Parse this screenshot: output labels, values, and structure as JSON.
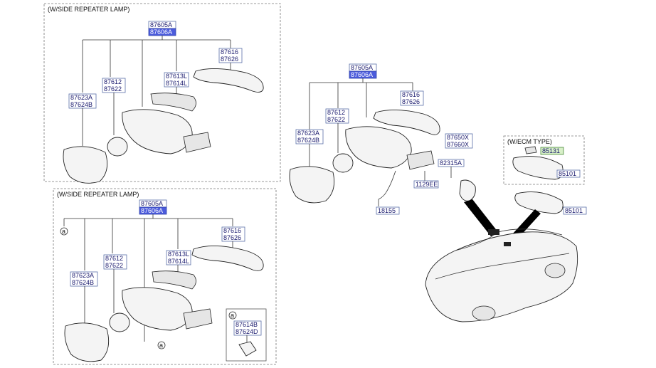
{
  "sections": {
    "top_title": "(W/SIDE REPEATER LAMP)",
    "bottom_title": "(W/SIDE REPEATER LAMP)",
    "ecm_title": "(W/ECM TYPE)"
  },
  "labels": {
    "p87605A": "87605A",
    "p87606A": "87606A",
    "p87616": "87616",
    "p87626": "87626",
    "p87613L": "87613L",
    "p87614L": "87614L",
    "p87612": "87612",
    "p87622": "87622",
    "p87623A": "87623A",
    "p87624B": "87624B",
    "p87650X": "87650X",
    "p87660X": "87660X",
    "p82315A": "82315A",
    "p1129EE": "1129EE",
    "p18155": "18155",
    "p85131": "85131",
    "p85101": "85101",
    "p87614B": "87614B",
    "p87624D": "87624D",
    "callout_a": "a"
  },
  "colors": {
    "highlight_box": "#4b5bdc",
    "green_box": "#d8f0c8",
    "label_text": "#1a1a6e"
  }
}
